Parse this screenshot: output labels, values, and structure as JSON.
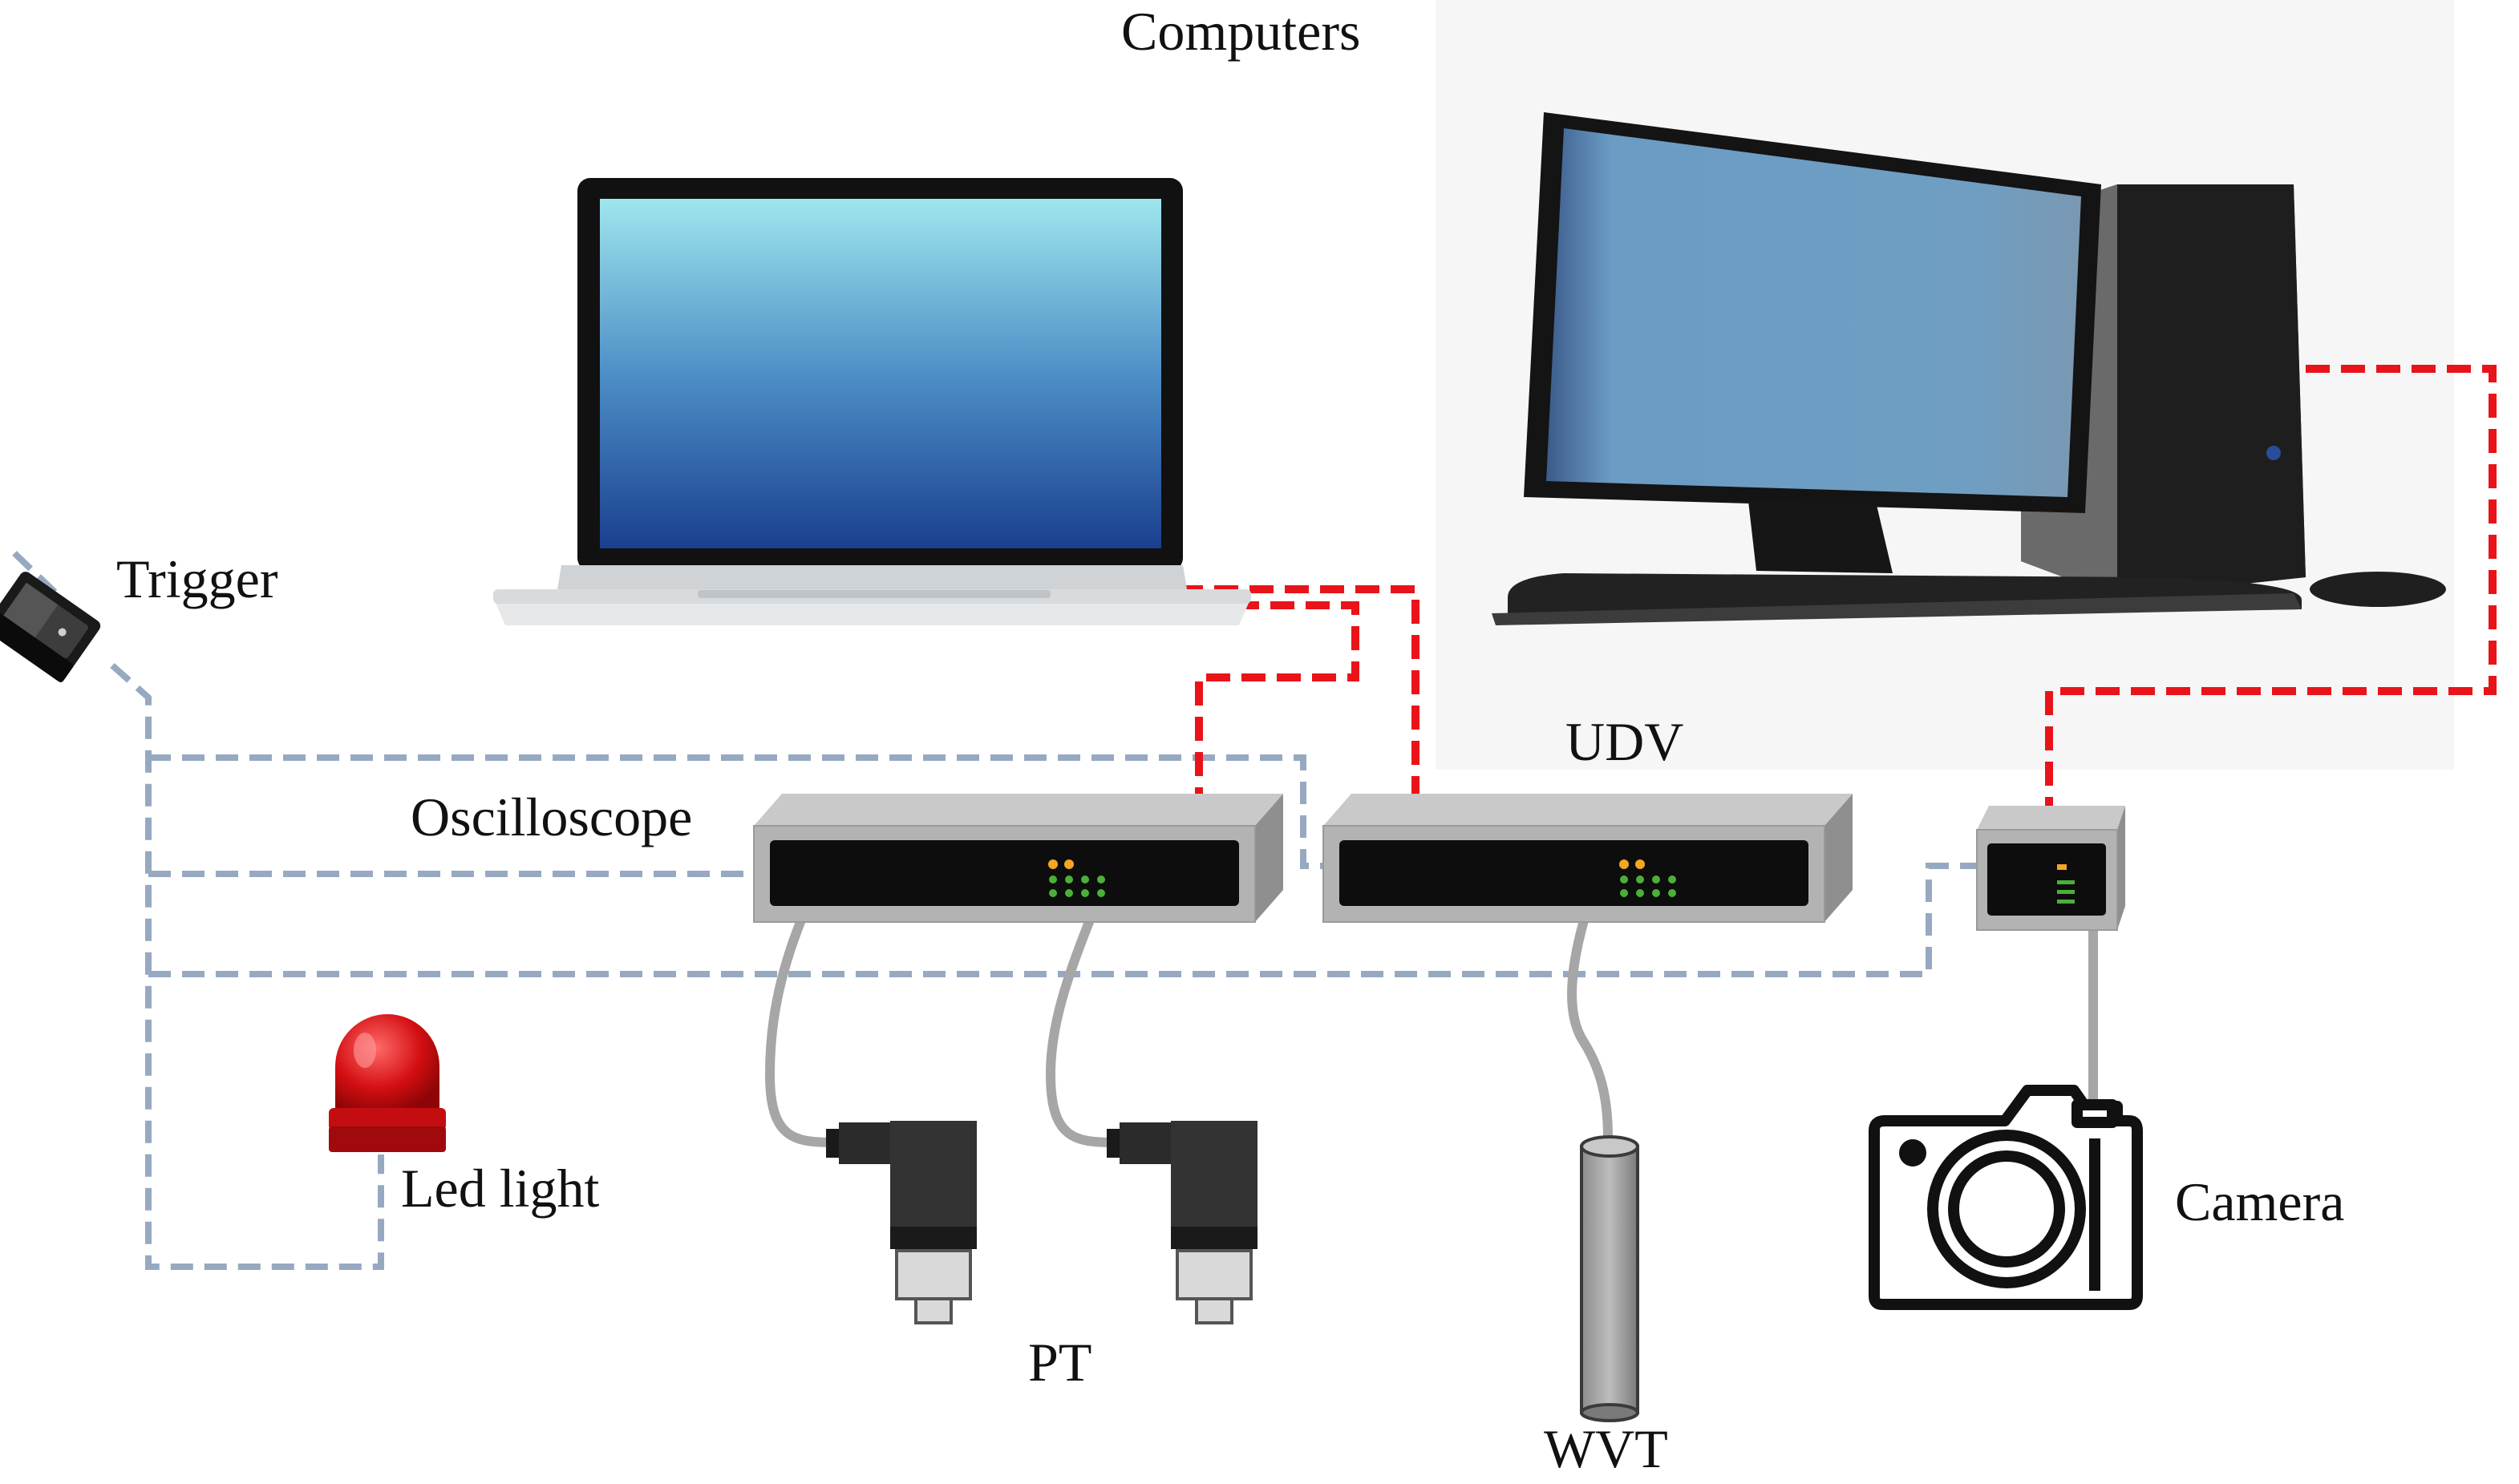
{
  "labels": {
    "computers": "Computers",
    "trigger": "Trigger",
    "oscilloscope": "Oscilloscope",
    "udv": "UDV",
    "led_light": "Led light",
    "pt": "PT",
    "wvt": "WVT",
    "camera": "Camera"
  },
  "colors": {
    "data_link": "#e8141a",
    "trigger_link": "#97a9c1",
    "sensor_cable": "#a6a6a6",
    "device_body": "#b3b3b3",
    "device_panel": "#0d0d0d",
    "status_led_amber": "#f5a623",
    "status_led_green": "#4caf3a",
    "led_light_red": "#d40f12"
  },
  "icons": {
    "laptop": "laptop-icon",
    "desktop": "desktop-computer-icon",
    "trigger_switch": "rocker-switch-icon",
    "oscilloscope": "oscilloscope-box-icon",
    "udv": "udv-box-icon",
    "camera_interface": "camera-interface-box-icon",
    "led": "warning-light-icon",
    "pressure_transducer": "pressure-transducer-icon",
    "wvt_probe": "cylindrical-probe-icon",
    "camera": "camera-icon"
  }
}
